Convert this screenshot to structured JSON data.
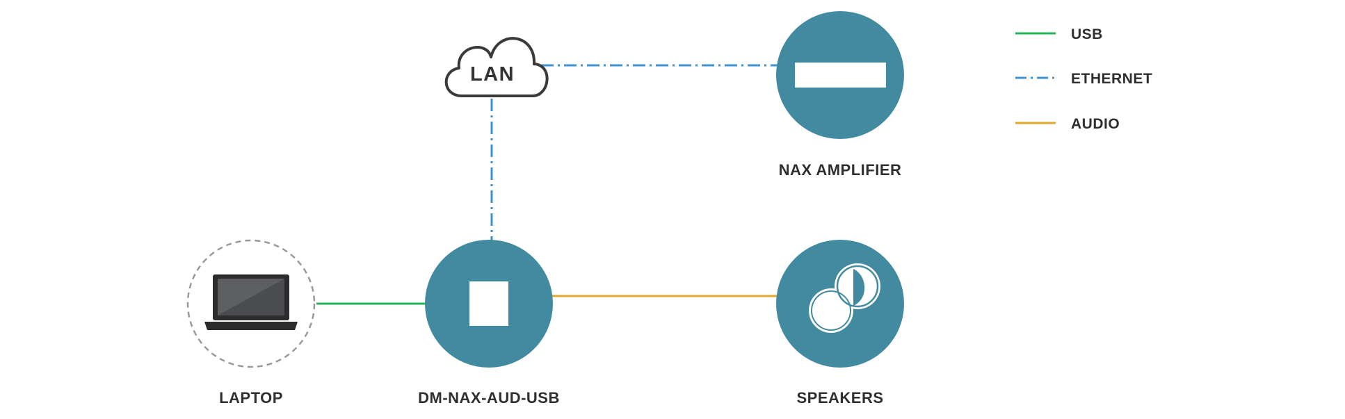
{
  "colors": {
    "usb": "#25b35a",
    "ethernet": "#3f90d0",
    "audio": "#e3a62f",
    "node_fill": "#428aa0",
    "dashed_ring": "#9a9a9a",
    "text": "#2f2f2f"
  },
  "nodes": {
    "laptop": {
      "label": "LAPTOP",
      "icon": "laptop-icon"
    },
    "dm_nax": {
      "label": "DM-NAX-AUD-USB",
      "icon": "square-device-icon"
    },
    "nax_amplifier": {
      "label": "NAX AMPLIFIER",
      "icon": "rack-unit-icon"
    },
    "speakers": {
      "label": "SPEAKERS",
      "icon": "speaker-icon"
    },
    "lan": {
      "label": "LAN",
      "icon": "cloud-icon"
    }
  },
  "legend": {
    "usb": "USB",
    "ethernet": "ETHERNET",
    "audio": "AUDIO"
  }
}
